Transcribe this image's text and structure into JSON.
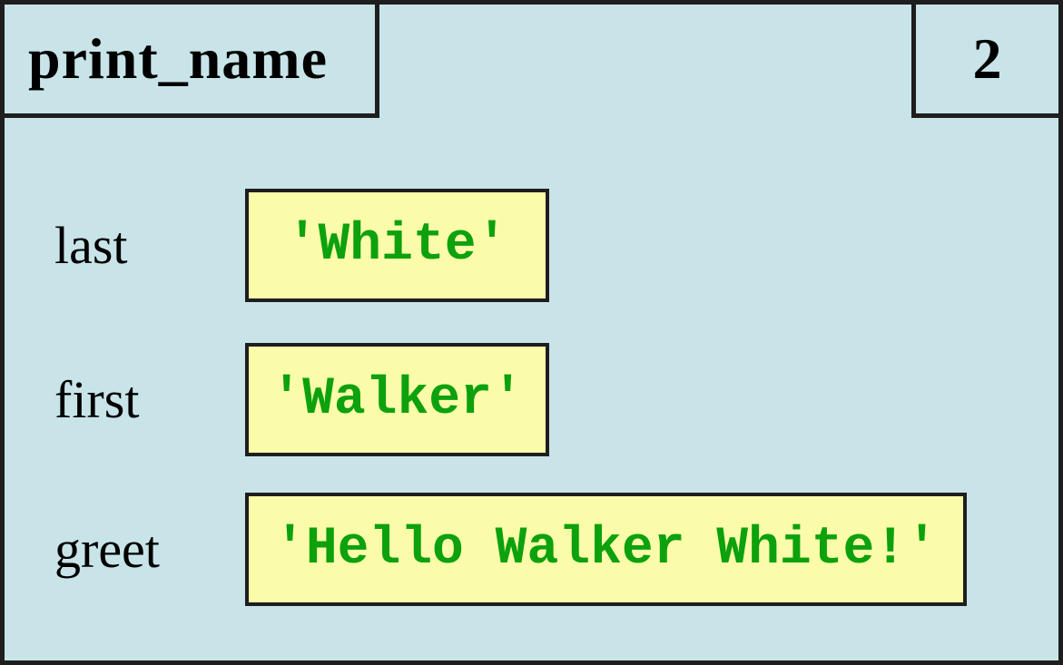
{
  "frame": {
    "function_name": "print_name",
    "instruction_counter": "2"
  },
  "variables": [
    {
      "name": "last",
      "value": "'White'"
    },
    {
      "name": "first",
      "value": "'Walker'"
    },
    {
      "name": "greet",
      "value": "'Hello Walker White!'"
    }
  ],
  "colors": {
    "background": "#c8e4e8",
    "value_box_fill": "#fbfcaa",
    "value_text": "#0da10d",
    "border": "#1e1e1e",
    "label_text": "#000000"
  }
}
